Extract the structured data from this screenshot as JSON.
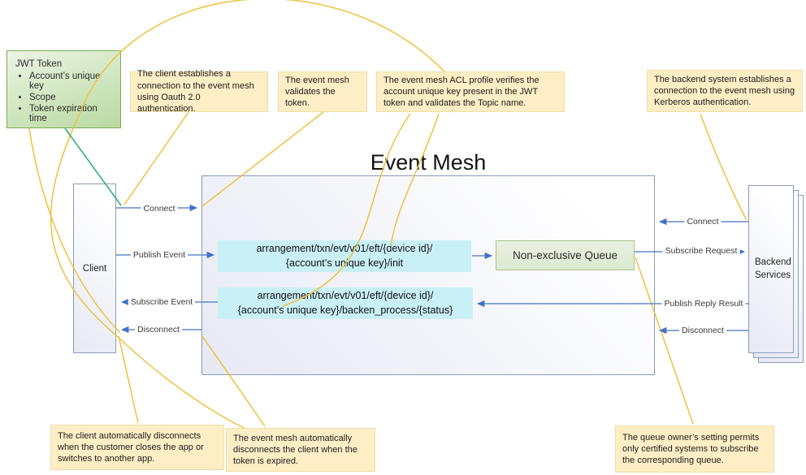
{
  "title": "Event Mesh",
  "jwt": {
    "title": "JWT Token",
    "items": [
      "Account’s unique key",
      "Scope",
      "Token expiration time"
    ]
  },
  "notes": {
    "oauth": "The client establishes a connection to the event mesh using Oauth 2.0 authentication.",
    "validate": "The event mesh validates the token.",
    "acl": "The event mesh ACL profile verifies the account unique key present in the JWT token and validates the Topic name.",
    "kerberos": "The backend system establishes a connection to the event mesh using Kerberos authentication.",
    "client_disconnect": "The client automatically disconnects when the customer closes the app or switches to another app.",
    "mesh_disconnect": "The event mesh automatically disconnects the client when the token is expired.",
    "queue_owner": "The queue owner’s setting permits only certified systems to subscribe the corresponding queue."
  },
  "nodes": {
    "client": "Client",
    "backend": "Backend Services",
    "queue": "Non-exclusive Queue",
    "topic_init": {
      "line1": "arrangement/txn/evt/v01/eft/{device id}/",
      "line2": "{account’s unique key}/init"
    },
    "topic_status": {
      "line1": "arrangement/txn/evt/v01/eft/{device id}/",
      "line2": "{account’s unique key}/backen_process/{status}"
    }
  },
  "flows": {
    "left": {
      "connect": "Connect",
      "publish": "Publish Event",
      "subscribe": "Subscribe Event",
      "disconnect": "Disconnect"
    },
    "right": {
      "connect": "Connect",
      "subscribe_request": "Subscribe Request",
      "publish_reply": "Publish Reply Result",
      "disconnect": "Disconnect"
    }
  },
  "colors": {
    "note_bg": "#fdeec5",
    "jwt_border_green": "#74ad53",
    "topic_cyan": "#c9f0f7",
    "queue_green": "#e9f1df",
    "arrow_blue": "#4472c4",
    "connector_yellow": "#eec13e",
    "connector_green": "#2eae6e",
    "panel_border": "#8b9cba"
  }
}
